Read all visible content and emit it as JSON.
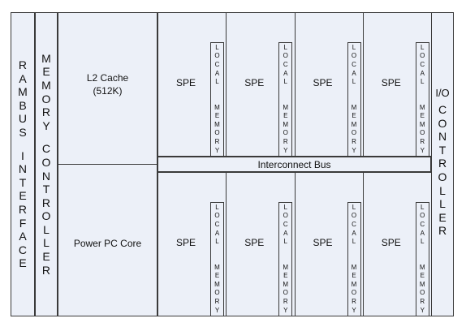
{
  "rambus": "RAMBUS INTERFACE",
  "memory_controller": "MEMORY CONTROLLER",
  "l2_cache": [
    "L2 Cache",
    "(512K)"
  ],
  "power_pc": "Power PC Core",
  "spe_label": "SPE",
  "local_memory": [
    "LOCAL",
    "MEMORY"
  ],
  "interconnect_bus": "Interconnect Bus",
  "io_controller": [
    "I/O",
    "CONTROLLER"
  ],
  "colors": {
    "fill": "#ecf0f8",
    "border": "#3a3a3a"
  }
}
